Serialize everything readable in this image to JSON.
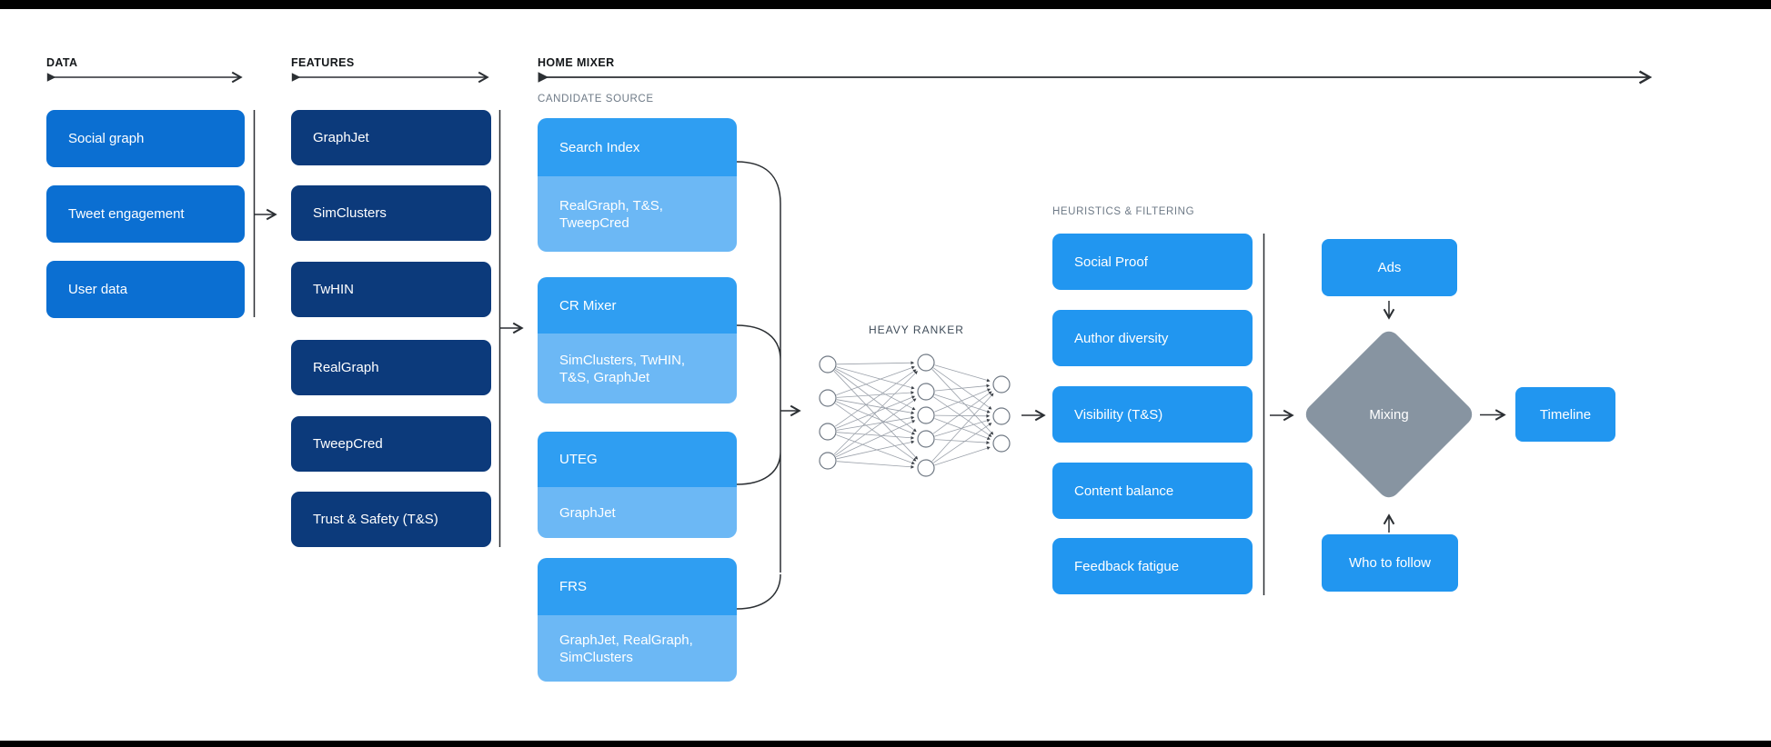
{
  "sections": {
    "data": {
      "label": "DATA"
    },
    "features": {
      "label": "FEATURES"
    },
    "home_mixer": {
      "label": "HOME MIXER"
    },
    "candidate_source": {
      "label": "CANDIDATE SOURCE"
    },
    "heavy_ranker": {
      "label": "HEAVY RANKER"
    },
    "heuristics_filtering": {
      "label": "HEURISTICS & FILTERING"
    }
  },
  "pipeline": {
    "data_sources": [
      "Social graph",
      "Tweet engagement",
      "User data"
    ],
    "features": [
      "GraphJet",
      "SimClusters",
      "TwHIN",
      "RealGraph",
      "TweepCred",
      "Trust & Safety (T&S)"
    ],
    "candidate_sources": [
      {
        "name": "Search Index",
        "uses": "RealGraph, T&S, TweepCred"
      },
      {
        "name": "CR Mixer",
        "uses": "SimClusters, TwHIN, T&S, GraphJet"
      },
      {
        "name": "UTEG",
        "uses": "GraphJet"
      },
      {
        "name": "FRS",
        "uses": "GraphJet, RealGraph, SimClusters"
      }
    ],
    "heuristics": [
      "Social Proof",
      "Author diversity",
      "Visibility (T&S)",
      "Content balance",
      "Feedback fatigue"
    ],
    "mixing_stage": {
      "ads": "Ads",
      "mixing": "Mixing",
      "who_to_follow": "Who to follow",
      "timeline": "Timeline"
    }
  },
  "colors": {
    "data_box": "#0b6fd2",
    "feature_box": "#0c3a7b",
    "candidate_main": "#2f9ef2",
    "candidate_sub": "#6cb8f5",
    "heuristic_box": "#2196f0",
    "mixing_diamond": "#8794a1",
    "box_text": "#ffffff",
    "frame_bars": "#000000"
  }
}
